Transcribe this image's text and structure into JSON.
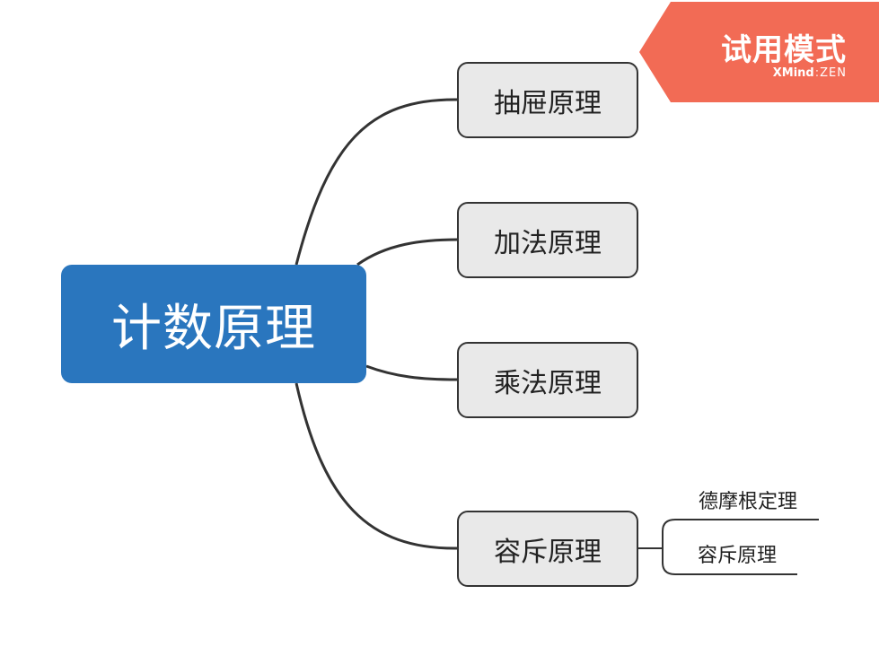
{
  "mindmap": {
    "root": {
      "label": "计数原理"
    },
    "topics": [
      {
        "label": "抽屉原理"
      },
      {
        "label": "加法原理"
      },
      {
        "label": "乘法原理"
      },
      {
        "label": "容斥原理",
        "subtopics": [
          {
            "label": "德摩根定理"
          },
          {
            "label": "容斥原理"
          }
        ]
      }
    ]
  },
  "badge": {
    "title": "试用模式",
    "brand": "XMind",
    "separator": ":",
    "edition": "ZEN"
  },
  "colors": {
    "root_fill": "#2a76be",
    "topic_fill": "#e9e9e9",
    "line": "#333333",
    "badge_fill": "#f26b55"
  }
}
